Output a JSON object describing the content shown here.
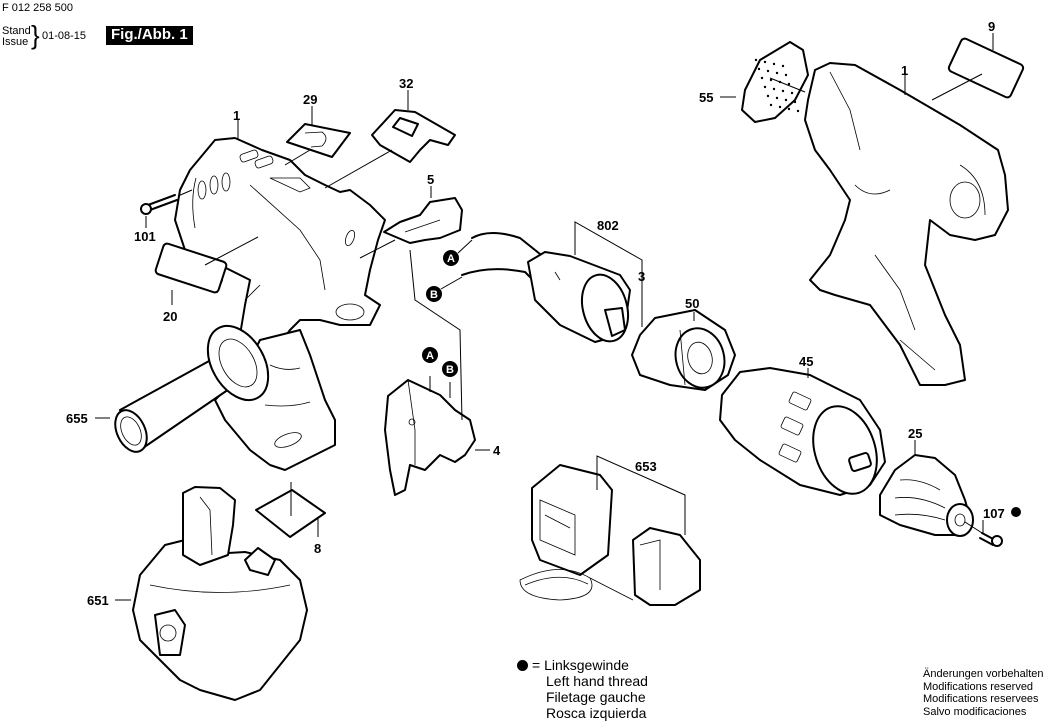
{
  "header": {
    "doc_number": "F 012 258 500",
    "stand_label": "Stand",
    "issue_label": "Issue",
    "issue_date": "01-08-15",
    "figure_label": "Fig./Abb. 1"
  },
  "callouts": {
    "housing_left": "1",
    "plate_29": "29",
    "switch_cover": "32",
    "forward_reverse": "5",
    "screw_101": "101",
    "label_20": "20",
    "motor_set": "802",
    "motor": "3",
    "gear_housing": "50",
    "gearbox": "45",
    "housing_right": "1",
    "label_9": "9",
    "vent_cover": "55",
    "aux_handle": "655",
    "switch": "4",
    "label_8": "8",
    "chuck_sleeve": "25",
    "screw_107": "107",
    "charger_set": "653",
    "battery": "651"
  },
  "connectors": {
    "a": "A",
    "b": "B"
  },
  "legend": {
    "symbol": "=",
    "lines": [
      "Linksgewinde",
      "Left hand thread",
      "Filetage gauche",
      "Rosca izquierda"
    ]
  },
  "modifications": {
    "lines": [
      "Änderungen vorbehalten",
      "Modifications reserved",
      "Modifications reservees",
      "Salvo modificaciones"
    ]
  }
}
